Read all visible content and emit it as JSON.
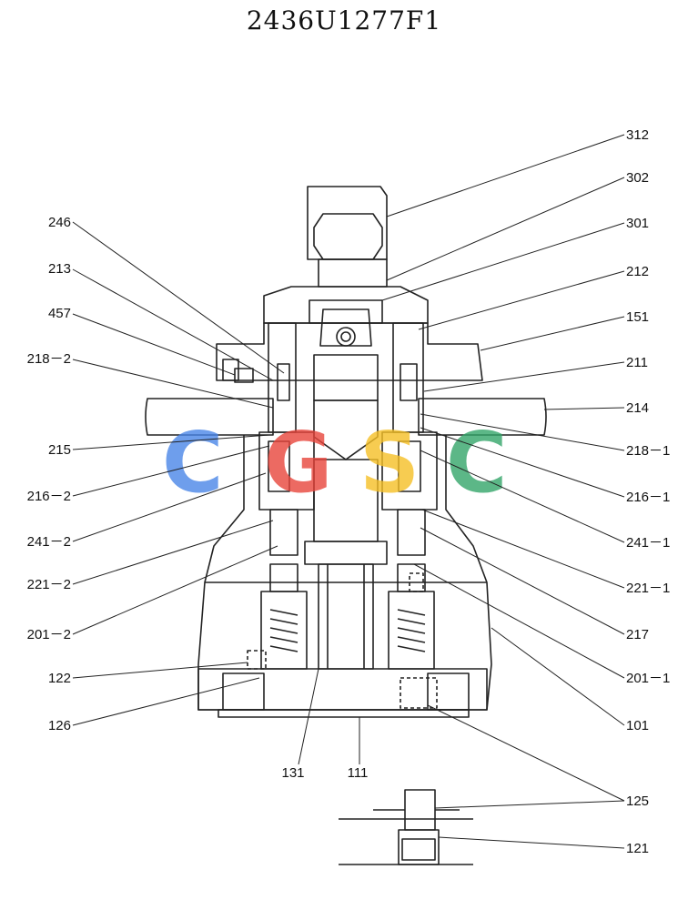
{
  "title": "2436U1277F1",
  "watermark": {
    "letters": [
      "C",
      "G",
      "S",
      "C"
    ],
    "colors": [
      "#4a86e8",
      "#e8453c",
      "#f6c026",
      "#34a66a"
    ]
  },
  "labels_left": [
    "246",
    "213",
    "457",
    "218－2",
    "215",
    "216－2",
    "241－2",
    "221－2",
    "201－2",
    "122",
    "126"
  ],
  "labels_right": [
    "312",
    "302",
    "301",
    "212",
    "151",
    "211",
    "214",
    "218－1",
    "216－1",
    "241－1",
    "221－1",
    "217",
    "201－1",
    "101",
    "125",
    "121"
  ],
  "labels_bottom": [
    "131",
    "111"
  ]
}
